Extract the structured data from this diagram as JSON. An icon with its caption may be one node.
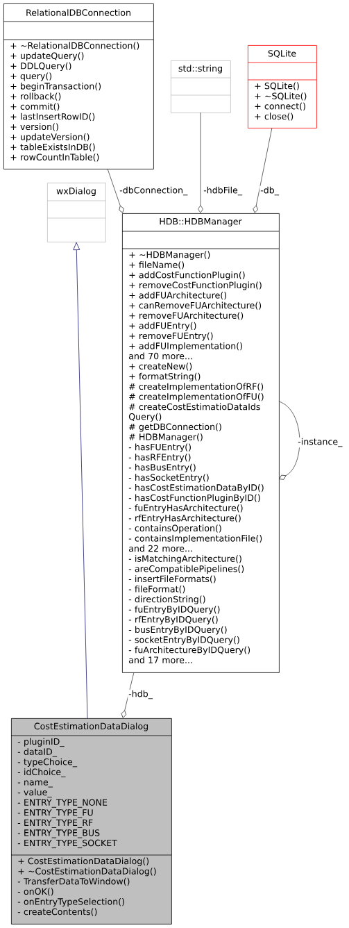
{
  "diagram": {
    "nodes": [
      {
        "text": [
          "RelationalDBConnection",
          "+ ~RelationalDBConnection()",
          "+ updateQuery()",
          "+ DDLQuery()",
          "+ query()",
          "+ beginTransaction()",
          "+ rollback()",
          "+ commit()",
          "+ lastInsertRowID()",
          "+ version()",
          "+ updateVersion()",
          "+ tableExistsInDB()",
          "+ rowCountInTable()"
        ]
      },
      {
        "text": [
          "std::string"
        ]
      },
      {
        "text": [
          "SQLite",
          "+ SQLite()",
          "+ ~SQLite()",
          "+ connect()",
          "+ close()"
        ]
      },
      {
        "text": [
          "HDB::HDBManager",
          "+ ~HDBManager()",
          "+ fileName()",
          "+ addCostFunctionPlugin()",
          "+ removeCostFunctionPlugin()",
          "+ addFUArchitecture()",
          "+ canRemoveFUArchitecture()",
          "+ removeFUArchitecture()",
          "+ addFUEntry()",
          "+ removeFUEntry()",
          "+ addFUImplementation()",
          "and 70 more...",
          "+ createNew()",
          "+ formatString()",
          "# createImplementationOfRF()",
          "# createImplementationOfFU()",
          "# createCostEstimatioDataIds Query()",
          "# getDBConnection()",
          "# HDBManager()",
          "- hasFUEntry()",
          "- hasRFEntry()",
          "- hasBusEntry()",
          "- hasSocketEntry()",
          "- hasCostEstimationDataByID()",
          "- hasCostFunctionPluginByID()",
          "- fuEntryHasArchitecture()",
          "- rfEntryHasArchitecture()",
          "- containsOperation()",
          "- containsImplementationFile()",
          "and 22 more...",
          "- isMatchingArchitecture()",
          "- areCompatiblePipelines()",
          "- insertFileFormats()",
          "- fileFormat()",
          "- directionString()",
          "- fuEntryByIDQuery()",
          "- rfEntryByIDQuery()",
          "- busEntryByIDQuery()",
          "- socketEntryByIDQuery()",
          "- fuArchitectureByIDQuery()",
          "and 17 more..."
        ]
      },
      {
        "text": [
          "wxDialog"
        ]
      },
      {
        "text": [
          "CostEstimationDataDialog",
          "- pluginID_",
          "- dataID_",
          "- typeChoice_",
          "- idChoice_",
          "- name_",
          "- value_",
          "- ENTRY_TYPE_NONE",
          "- ENTRY_TYPE_FU",
          "- ENTRY_TYPE_RF",
          "- ENTRY_TYPE_BUS",
          "- ENTRY_TYPE_SOCKET",
          "+ CostEstimationDataDialog()",
          "+ ~CostEstimationDataDialog()",
          "- TransferDataToWindow()",
          "- onOK()",
          "- onEntryTypeSelection()",
          "- createContents()"
        ]
      }
    ],
    "edges": [
      {
        "from": 0,
        "to": 3,
        "arrow": "other",
        "label": "-dbConnection_"
      },
      {
        "from": 1,
        "to": 3,
        "arrow": "other",
        "label": "-hdbFile_"
      },
      {
        "from": 2,
        "to": 3,
        "arrow": "other",
        "label": "-db_"
      },
      {
        "from": 3,
        "to": 3,
        "arrow": "other",
        "label": "-instance_"
      },
      {
        "from": 3,
        "to": 5,
        "arrow": "other",
        "label": "-hdb_"
      },
      {
        "from": 5,
        "to": 4,
        "arrow": "to",
        "color": "#191970"
      }
    ]
  }
}
